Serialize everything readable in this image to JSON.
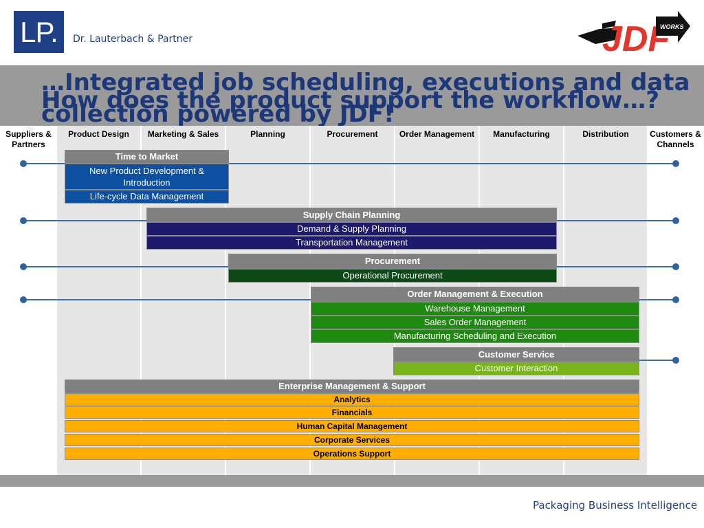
{
  "header": {
    "logo_text": "LP.",
    "company_name": "Dr. Lauterbach & Partner",
    "jdf_logo_text": "JDF",
    "jdf_logo_subtext": "WORKS"
  },
  "title": {
    "line1": "…Integrated job scheduling, executions and data",
    "line2": "How does the product support the workflow…?",
    "line3": "collection powered by JDF!"
  },
  "columns": [
    "Suppliers & Partners",
    "Product Design",
    "Marketing & Sales",
    "Planning",
    "Procurement",
    "Order Management",
    "Manufacturing",
    "Distribution",
    "Customers & Channels"
  ],
  "groups": {
    "time_to_market": {
      "header": "Time to Market",
      "items": [
        "New Product Development & Introduction",
        "Life-cycle Data Management"
      ]
    },
    "supply_chain": {
      "header": "Supply Chain Planning",
      "items": [
        "Demand & Supply Planning",
        "Transportation Management"
      ]
    },
    "procurement": {
      "header": "Procurement",
      "items": [
        "Operational Procurement"
      ]
    },
    "order_mgmt": {
      "header": "Order Management & Execution",
      "items": [
        "Warehouse Management",
        "Sales Order Management",
        "Manufacturing Scheduling and Execution"
      ]
    },
    "customer_service": {
      "header": "Customer Service",
      "items": [
        "Customer Interaction"
      ]
    },
    "enterprise": {
      "header": "Enterprise Management & Support",
      "items": [
        "Analytics",
        "Financials",
        "Human Capital Management",
        "Corporate Services",
        "Operations Support"
      ]
    }
  },
  "footer": {
    "tagline": "Packaging Business Intelligence"
  },
  "colors": {
    "brand_blue": "#1f3f86",
    "jdf_red": "#e2352b",
    "blue": "#0d4fa0",
    "navy": "#1e1a6e",
    "dark_green": "#0b4a16",
    "green": "#1f8a10",
    "lime": "#78b41c",
    "orange": "#ffae00",
    "header_gray": "#808080"
  }
}
